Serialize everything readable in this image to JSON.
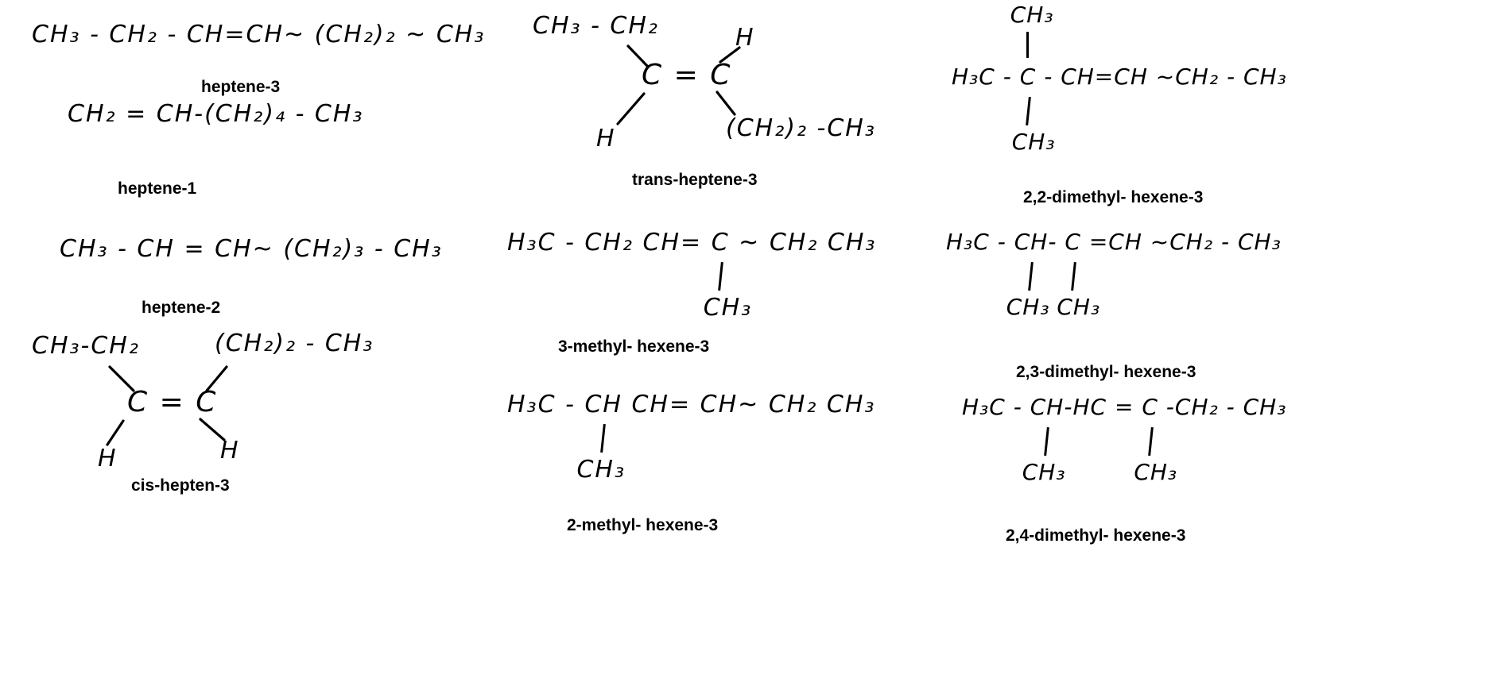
{
  "canvas": {
    "background": "#ffffff",
    "ink_color": "#000000"
  },
  "structures": [
    {
      "id": "heptene-3",
      "kind": "linear",
      "label": "heptene-3",
      "formula": "CH₃ - CH₂ - CH=CH~ (CH₂)₂ ~ CH₃"
    },
    {
      "id": "heptene-1",
      "kind": "linear",
      "label": "heptene-1",
      "formula": "CH₂ = CH-(CH₂)₄ - CH₃"
    },
    {
      "id": "heptene-2",
      "kind": "linear",
      "label": "heptene-2",
      "formula": "CH₃ - CH = CH~ (CH₂)₃ - CH₃"
    },
    {
      "id": "cis-hepten-3",
      "kind": "alkene2d",
      "label": "cis-hepten-3",
      "parts": {
        "top_left": "CH₃-CH₂",
        "top_right": "(CH₂)₂ - CH₃",
        "center": "C = C",
        "bottom_left": "H",
        "bottom_right": "H"
      }
    },
    {
      "id": "trans-heptene-3",
      "kind": "alkene2d",
      "label": "trans-heptene-3",
      "parts": {
        "top_left": "CH₃ - CH₂",
        "top_right": "H",
        "center": "C = C",
        "bottom_left": "H",
        "bottom_right": "(CH₂)₂ -CH₃"
      }
    },
    {
      "id": "3-methyl-hexene-3",
      "kind": "branched",
      "label": "3-methyl- hexene-3",
      "segments": [
        {
          "text": "H₃C - CH₂ CH= "
        },
        {
          "text": "C",
          "below": "CH₃"
        },
        {
          "text": " ~ CH₂ CH₃"
        }
      ]
    },
    {
      "id": "2-methyl-hexene-3",
      "kind": "branched",
      "label": "2-methyl- hexene-3",
      "segments": [
        {
          "text": "H₃C - "
        },
        {
          "text": "CH",
          "below": "CH₃"
        },
        {
          "text": " CH= CH~ CH₂ CH₃"
        }
      ]
    },
    {
      "id": "2,2-dimethyl-hexene-3",
      "kind": "branched",
      "label": "2,2-dimethyl- hexene-3",
      "segments": [
        {
          "text": "H₃C - "
        },
        {
          "text": "C",
          "above": "CH₃",
          "below": "CH₃"
        },
        {
          "text": " - CH=CH ~CH₂ - CH₃"
        }
      ]
    },
    {
      "id": "2,3-dimethyl-hexene-3",
      "kind": "branched",
      "label": "2,3-dimethyl- hexene-3",
      "segments": [
        {
          "text": "H₃C - "
        },
        {
          "text": "CH",
          "below": "CH₃"
        },
        {
          "text": "- "
        },
        {
          "text": "C",
          "below": "CH₃"
        },
        {
          "text": " =CH ~CH₂ - CH₃"
        }
      ]
    },
    {
      "id": "2,4-dimethyl-hexene-3",
      "kind": "branched",
      "label": "2,4-dimethyl- hexene-3",
      "segments": [
        {
          "text": "H₃C - "
        },
        {
          "text": "CH",
          "below": "CH₃"
        },
        {
          "text": "-HC = "
        },
        {
          "text": "C",
          "below": "CH₃"
        },
        {
          "text": " -CH₂ - CH₃"
        }
      ]
    }
  ]
}
